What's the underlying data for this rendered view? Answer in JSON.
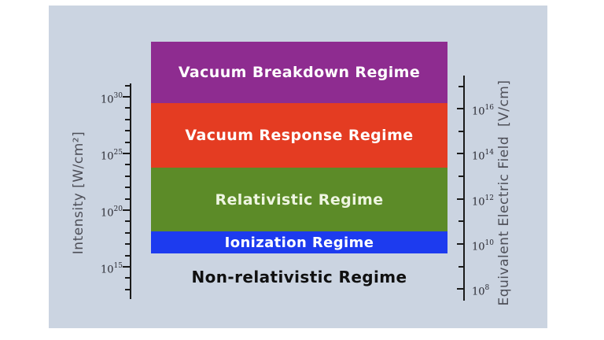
{
  "chart_data": {
    "type": "area",
    "description_note": "Stacked laser-intensity regime bands on a logarithmic intensity axis with an equivalent electric-field axis on the right",
    "regions": [
      {
        "name": "Vacuum Breakdown Regime",
        "color": "#8e2c90",
        "text_color": "#ffffff",
        "intensity_log10_W_cm2": [
          29.4,
          34.9
        ],
        "equiv_field_log10_V_cm": [
          15.9,
          18.6
        ]
      },
      {
        "name": "Vacuum Response Regime",
        "color": "#e43c22",
        "text_color": "#ffffff",
        "intensity_log10_W_cm2": [
          23.8,
          29.4
        ],
        "equiv_field_log10_V_cm": [
          13.4,
          15.9
        ]
      },
      {
        "name": "Relativistic Regime",
        "color": "#5c8b28",
        "text_color": "#eef5e1",
        "intensity_log10_W_cm2": [
          18.1,
          23.8
        ],
        "equiv_field_log10_V_cm": [
          10.6,
          13.4
        ]
      },
      {
        "name": "Ionization Regime",
        "color": "#1d3bef",
        "text_color": "#ffffff",
        "intensity_log10_W_cm2": [
          16.2,
          18.1
        ],
        "equiv_field_log10_V_cm": [
          9.6,
          10.6
        ]
      },
      {
        "name": "Non-relativistic Regime",
        "color": "transparent",
        "text_color": "#101010",
        "intensity_log10_W_cm2": [
          12.2,
          16.2
        ],
        "equiv_field_log10_V_cm": [
          8.0,
          9.6
        ]
      }
    ],
    "left_axis": {
      "label": "Intensity [W/cm²]",
      "scale": "log",
      "tick_base": "10",
      "tick_exponents": [
        "30",
        "25",
        "20",
        "15"
      ],
      "minor_ticks": "every decade"
    },
    "right_axis": {
      "label": "Equivalent Electric Field  [V/cm]",
      "scale": "log",
      "tick_base": "10",
      "tick_exponents": [
        "16",
        "14",
        "12",
        "10",
        "8"
      ],
      "minor_ticks": "every decade"
    },
    "layout_hints": {
      "grid": false,
      "legend": false,
      "panel_background": "#cbd4e1"
    }
  }
}
